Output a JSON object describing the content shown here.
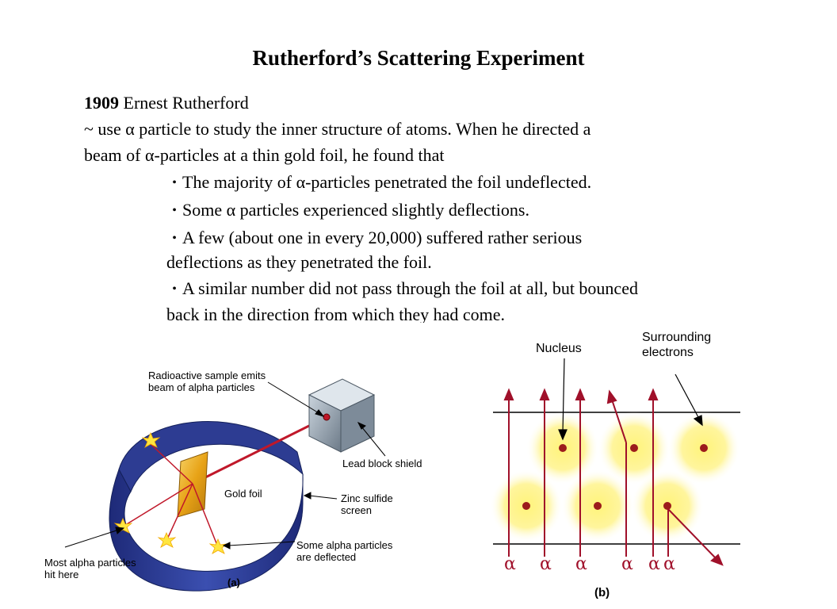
{
  "slide": {
    "title": "Rutherford’s Scattering Experiment",
    "year": "1909",
    "person": " Ernest Rutherford",
    "line1": "~  use α particle to study the inner structure of atoms. When he directed a",
    "line2": "beam of α-particles at a thin gold foil, he found that",
    "bullet_symbol": "•",
    "bullets": [
      "The majority of α-particles penetrated the foil undeflected.",
      "Some α particles experienced slightly deflections.",
      "A few (about one in every 20,000) suffered rather serious",
      "deflections as they penetrated the foil.",
      "A similar number did not pass through the foil at all, but bounced",
      "back in the direction from which they had come."
    ]
  },
  "figure_a": {
    "label_source_1": "Radioactive sample emits",
    "label_source_2": "beam of alpha particles",
    "label_lead": "Lead block shield",
    "label_gold": "Gold foil",
    "label_zinc_1": "Zinc sulfide",
    "label_zinc_2": "screen",
    "label_most_1": "Most alpha particles",
    "label_most_2": "hit here",
    "label_some_1": "Some alpha particles",
    "label_some_2": "are deflected",
    "caption": "(a)",
    "colors": {
      "screen": "#2d3c92",
      "beam": "#c0182a",
      "gold": "#e8a317",
      "lead": "#8c9aa8",
      "flash": "#ffe640"
    }
  },
  "figure_b": {
    "label_nucleus": "Nucleus",
    "label_electrons_1": "Surrounding",
    "label_electrons_2": "electrons",
    "alpha_symbol": "α",
    "caption": "(b)",
    "colors": {
      "cloud": "#fff176",
      "nucleus": "#9c1c1c",
      "path": "#a0102a"
    }
  }
}
